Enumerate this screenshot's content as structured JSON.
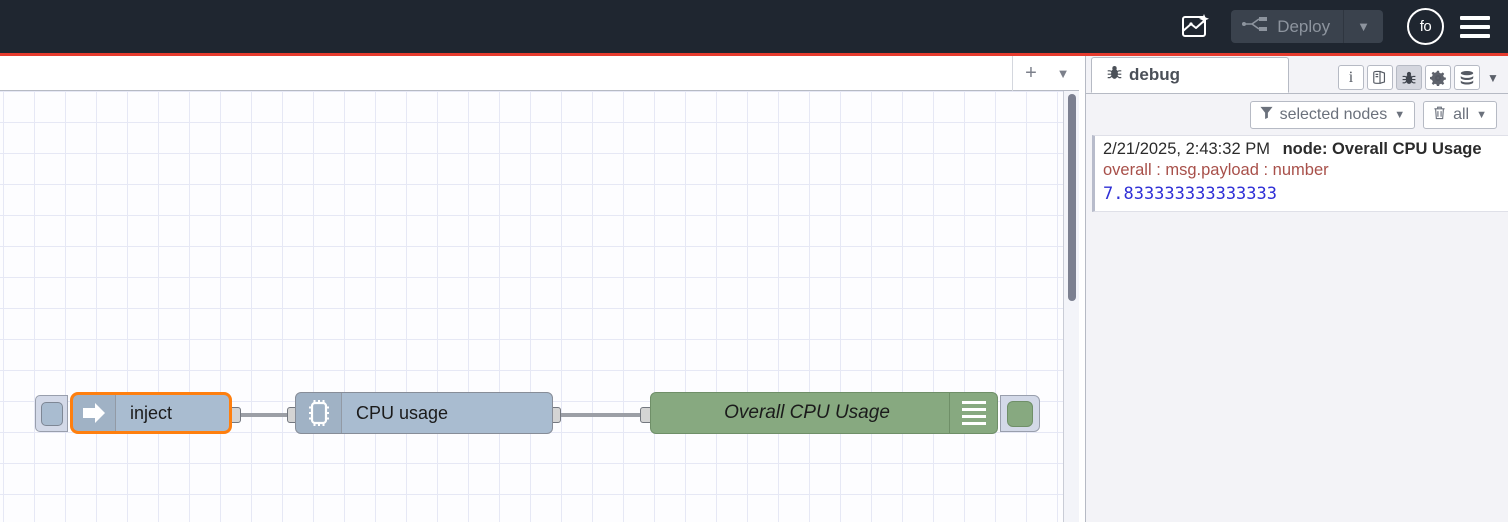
{
  "header": {
    "ai_icon": "flow-sparkle-icon",
    "deploy_label": "Deploy",
    "deploy_icon": "deploy-icon",
    "deploy_caret": "▼",
    "avatar_initials": "fo",
    "menu_icon": "hamburger-menu-icon",
    "accent_rule_color": "#e63b2e",
    "background_color": "#1f2630"
  },
  "workspace": {
    "tabbar": {
      "add_label": "+",
      "caret_label": "▼"
    },
    "canvas": {
      "grid_color": "#e6e8f5",
      "background_color": "#fdfdff"
    },
    "nodes": [
      {
        "id": "inject",
        "label": "inject",
        "icon": "inject-arrow-icon",
        "color": "#a9bcd0",
        "selected": true,
        "selection_color": "#ff7f0e",
        "button_icon": "inject-trigger-button"
      },
      {
        "id": "cpu-usage",
        "label": "CPU usage",
        "icon": "microchip-icon",
        "color": "#a9bcd0",
        "selected": false
      },
      {
        "id": "overall-cpu-usage",
        "label": "Overall CPU Usage",
        "icon": "debug-lines-icon",
        "color": "#87a980",
        "selected": false,
        "button_icon": "debug-enable-toggle"
      }
    ]
  },
  "sidebar": {
    "tab": {
      "label": "debug",
      "icon": "bug-icon"
    },
    "tools": [
      {
        "name": "info-tab-icon",
        "glyph": "i",
        "active": false
      },
      {
        "name": "help-book-icon",
        "glyph": "book",
        "active": false
      },
      {
        "name": "debug-tab-icon",
        "glyph": "bug",
        "active": true
      },
      {
        "name": "config-gear-icon",
        "glyph": "gear",
        "active": false
      },
      {
        "name": "context-data-icon",
        "glyph": "database",
        "active": false
      },
      {
        "name": "sidebar-more-caret-icon",
        "glyph": "▼",
        "active": false
      }
    ],
    "filters": {
      "nodes_filter_label": "selected nodes",
      "nodes_filter_icon": "funnel-icon",
      "clear_label": "all",
      "clear_icon": "trash-icon",
      "caret": "▼"
    },
    "messages": [
      {
        "timestamp": "2/21/2025, 2:43:32 PM",
        "node": "node: Overall CPU Usage",
        "topic": "overall : msg.payload : number",
        "value": "7.833333333333333",
        "topic_color": "#a8504a",
        "value_color": "#2f2fd6"
      }
    ]
  }
}
